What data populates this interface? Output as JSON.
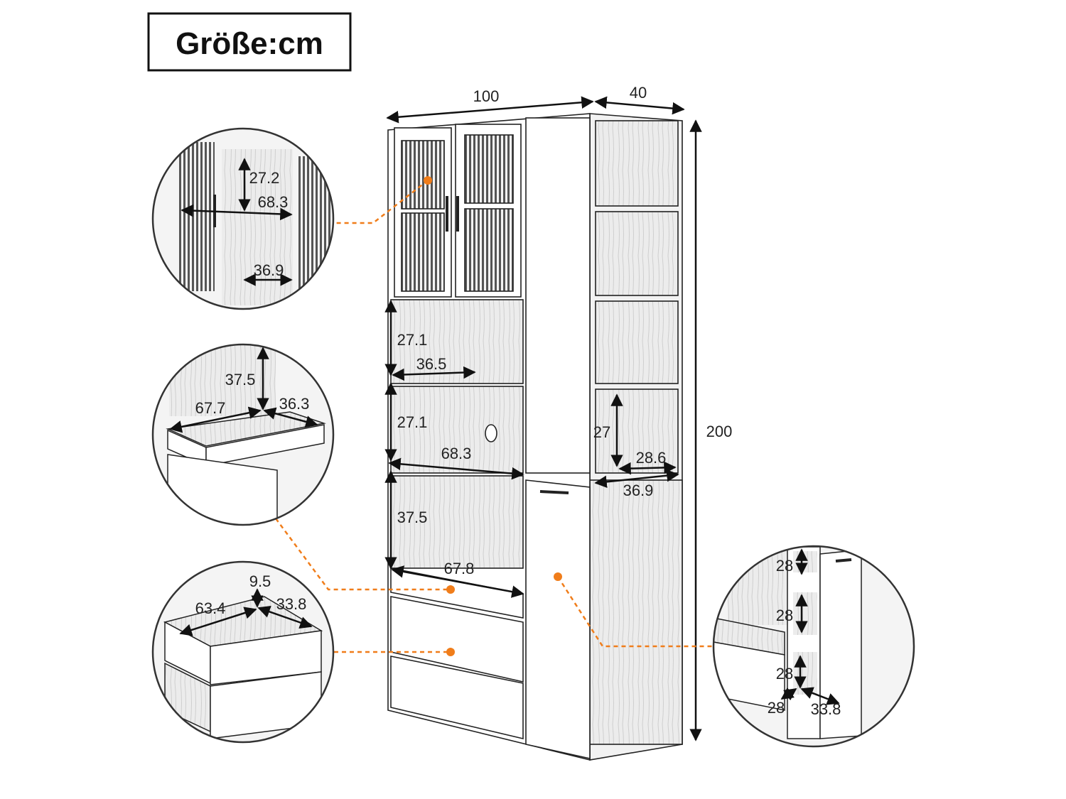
{
  "title": "Größe:cm",
  "colors": {
    "accent": "#f07d1a",
    "line": "#111111",
    "wood": "#e6e6e6"
  },
  "cabinet": {
    "width": "100",
    "depth": "40",
    "height": "200",
    "upper_shelf_height": "27.1",
    "upper_shelf_width": "36.5",
    "mid_shelf_height": "27.1",
    "mid_shelf_width": "68.3",
    "lower_open_height": "37.5",
    "lower_open_width": "67.8",
    "side_shelf_height": "27",
    "side_shelf_width": "28.6",
    "side_depth": "36.9"
  },
  "detail_glass": {
    "height": "27.2",
    "width": "68.3",
    "depth": "36.9"
  },
  "detail_shelf": {
    "height": "37.5",
    "width": "67.7",
    "depth": "36.3"
  },
  "detail_drawer": {
    "height": "9.5",
    "width": "63.4",
    "depth": "33.8"
  },
  "detail_pullout": {
    "h1": "28",
    "h2": "28",
    "h3": "28",
    "width": "28",
    "depth": "33.8"
  }
}
